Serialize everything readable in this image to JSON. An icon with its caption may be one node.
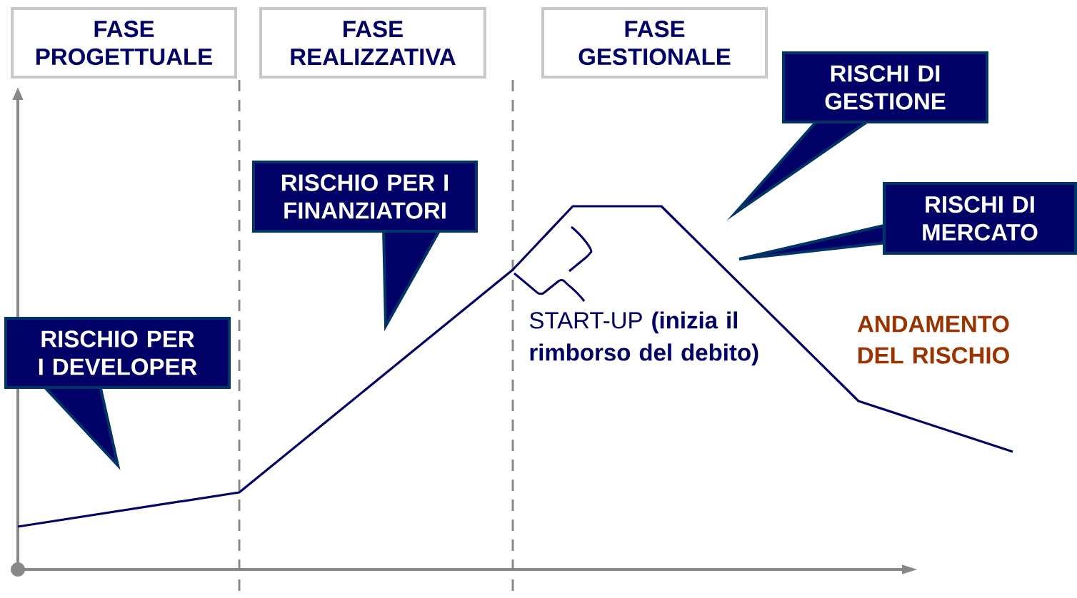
{
  "diagram": {
    "nodes": [
      {
        "text": [
          "FASE PROGETTUALE"
        ]
      },
      {
        "text": [
          "FASE REALIZZATIVA"
        ]
      },
      {
        "text": [
          "FASE GESTIONALE"
        ]
      },
      {
        "text": [
          "RISCHI DI GESTIONE"
        ]
      },
      {
        "text": [
          "RISCHIO PER I FINANZIATORI"
        ]
      },
      {
        "text": [
          "RISCHI DI MERCATO"
        ]
      },
      {
        "text": [
          "RISCHIO PER I DEVELOPER"
        ]
      }
    ],
    "labels": [
      "START-UP **(inizia il rimborso del debito)**",
      "ANDAMENTO DEL RISCHIO"
    ]
  }
}
